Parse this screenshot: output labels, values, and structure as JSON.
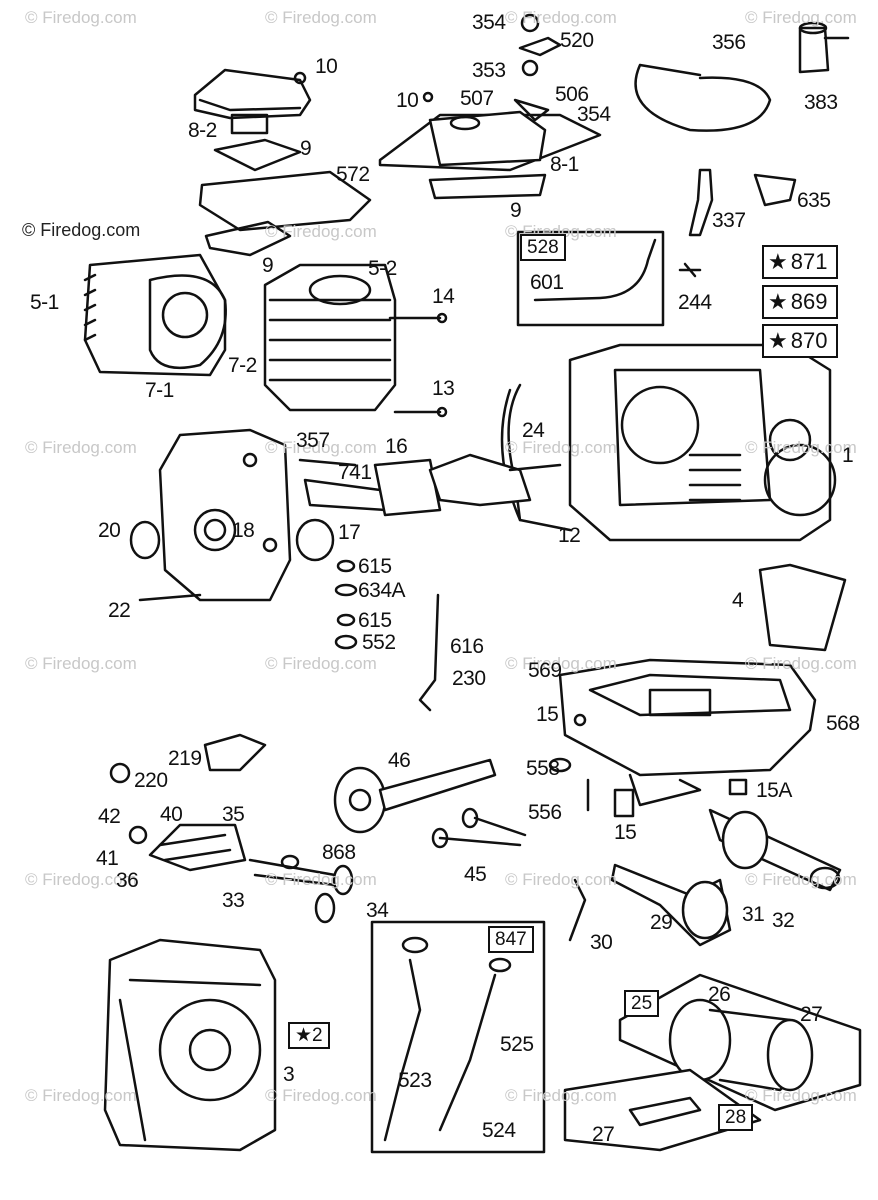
{
  "watermark": "© Firedog.com",
  "copyright": "© Firedog.com",
  "labels": {
    "l354a": "354",
    "l520": "520",
    "l353": "353",
    "l356": "356",
    "l383": "383",
    "l10a": "10",
    "l10b": "10",
    "l507": "507",
    "l506": "506",
    "l354b": "354",
    "l8_2": "8-2",
    "l9a": "9",
    "l572": "572",
    "l8_1": "8-1",
    "l9b": "9",
    "l9c": "9",
    "l635": "635",
    "l337": "337",
    "l601": "601",
    "l244": "244",
    "l5_2": "5-2",
    "l5_1": "5-1",
    "l14": "14",
    "l7_2": "7-2",
    "l7_1": "7-1",
    "l13": "13",
    "l357": "357",
    "l16": "16",
    "l741": "741",
    "l24": "24",
    "l1": "1",
    "l20": "20",
    "l18": "18",
    "l17": "17",
    "l12": "12",
    "l615a": "615",
    "l634a": "634A",
    "l615b": "615",
    "l552": "552",
    "l22": "22",
    "l4": "4",
    "l616": "616",
    "l230": "230",
    "l569": "569",
    "l15a": "15",
    "l568": "568",
    "l219": "219",
    "l220": "220",
    "l46": "46",
    "l558": "558",
    "l15A": "15A",
    "l556": "556",
    "l15b": "15",
    "l42": "42",
    "l40": "40",
    "l35": "35",
    "l41": "41",
    "l868": "868",
    "l36": "36",
    "l45": "45",
    "l33": "33",
    "l34": "34",
    "l29": "29",
    "l31": "31",
    "l32": "32",
    "l30": "30",
    "l2": "2",
    "l3": "3",
    "l525": "525",
    "l523": "523",
    "l524": "524",
    "l26": "26",
    "l27a": "27",
    "l27b": "27"
  },
  "boxes": {
    "b528": "528",
    "b847": "847",
    "b25": "25",
    "b28": "28"
  },
  "stars": {
    "s871": "871",
    "s869": "869",
    "s870": "870"
  },
  "star_glyph": "★"
}
